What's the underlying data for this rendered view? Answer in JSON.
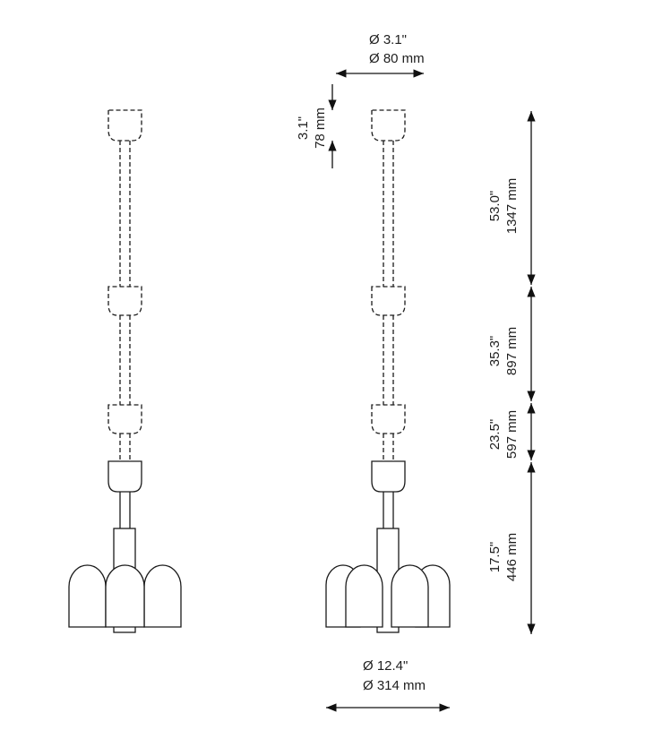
{
  "canopy_diameter": {
    "inch": "Ø 3.1\"",
    "mm": "Ø 80 mm"
  },
  "canopy_height": {
    "inch": "3.1\"",
    "mm": "78 mm"
  },
  "segments": [
    {
      "inch": "53.0\"",
      "mm": "1347 mm"
    },
    {
      "inch": "35.3\"",
      "mm": "897 mm"
    },
    {
      "inch": "23.5\"",
      "mm": "597 mm"
    },
    {
      "inch": "17.5\"",
      "mm": "446 mm"
    }
  ],
  "shade_diameter": {
    "inch": "Ø 12.4\"",
    "mm": "Ø 314 mm"
  }
}
